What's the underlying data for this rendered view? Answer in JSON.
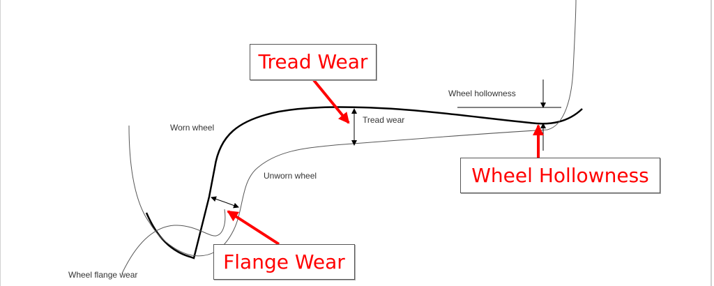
{
  "labels": {
    "worn_wheel": "Worn wheel",
    "unworn_wheel": "Unworn wheel",
    "tread_wear_small": "Tread wear",
    "wheel_hollowness_small": "Wheel hollowness",
    "wheel_flange_wear_small": "Wheel flange wear"
  },
  "callouts": {
    "tread_wear": "Tread Wear",
    "wheel_hollowness": "Wheel Hollowness",
    "flange_wear": "Flange Wear"
  },
  "colors": {
    "callout_text": "#ff0000",
    "arrow": "#ff0000",
    "worn_profile": "#000000",
    "unworn_profile": "#555555"
  }
}
